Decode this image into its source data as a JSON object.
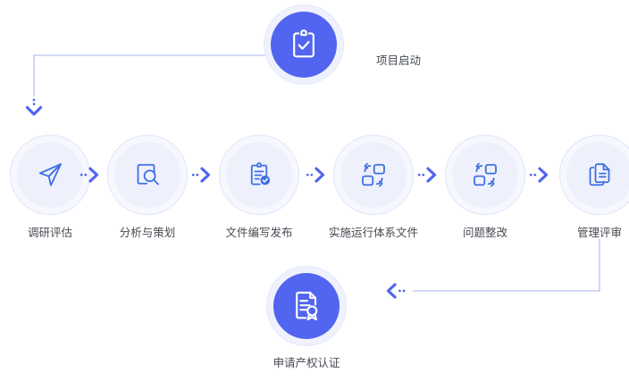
{
  "diagram": {
    "title_node": {
      "id": "project-start",
      "label": "项目启动",
      "icon": "clipboard-check-icon",
      "style": "solid"
    },
    "end_node": {
      "id": "apply-certification",
      "label": "申请产权认证",
      "icon": "certificate-award-icon",
      "style": "solid"
    },
    "steps": [
      {
        "id": "step-1",
        "label": "调研评估",
        "icon": "paper-plane-icon"
      },
      {
        "id": "step-2",
        "label": "分析与策划",
        "icon": "document-search-icon"
      },
      {
        "id": "step-3",
        "label": "文件编写发布",
        "icon": "clipboard-approved-icon"
      },
      {
        "id": "step-4",
        "label": "实施运行体系文件",
        "icon": "sync-squares-icon"
      },
      {
        "id": "step-5",
        "label": "问题整改",
        "icon": "sync-squares-icon"
      },
      {
        "id": "step-6",
        "label": "管理评审",
        "icon": "stacked-documents-icon"
      }
    ],
    "connectors": [
      {
        "id": "start-to-step1",
        "kind": "elbow-down",
        "arrow": "chevron-down-icon"
      },
      {
        "id": "step6-to-end",
        "kind": "elbow-left",
        "arrow": "chevron-left-icon"
      }
    ],
    "flow_arrows": [
      {
        "id": "arrow-1-2",
        "icon": "chevron-right-icon"
      },
      {
        "id": "arrow-2-3",
        "icon": "chevron-right-icon"
      },
      {
        "id": "arrow-3-4",
        "icon": "chevron-right-icon"
      },
      {
        "id": "arrow-4-5",
        "icon": "chevron-right-icon"
      },
      {
        "id": "arrow-5-6",
        "icon": "chevron-right-icon"
      }
    ],
    "colors": {
      "accent_solid": "#5165f0",
      "icon_blue": "#3f6fe3",
      "circle_fill": "#eef0fc",
      "line": "#a9b6f2",
      "label_text": "#464a52"
    }
  }
}
